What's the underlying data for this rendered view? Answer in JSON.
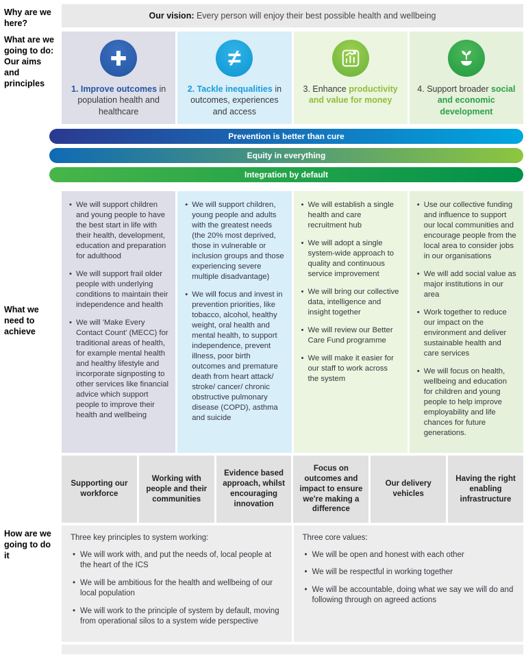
{
  "side_labels": {
    "why": "Why are we here?",
    "aims": "What are we going to do: Our aims and principles",
    "achieve": "What we need to achieve",
    "how": "How are we going to do it"
  },
  "vision": {
    "prefix": "Our vision:",
    "text": " Every person will enjoy their best possible health and wellbeing"
  },
  "aims": [
    {
      "icon": "plus-icon",
      "accent": "#2456a0",
      "pre": "",
      "bold": "1. Improve outcomes",
      "post": " in population health and healthcare"
    },
    {
      "icon": "not-equal-icon",
      "accent": "#1b9cd8",
      "pre": "",
      "bold": "2. Tackle inequalities",
      "post": " in outcomes, experiences and access"
    },
    {
      "icon": "bar-chart-growth-icon",
      "accent": "#8fbe3c",
      "pre": "3. Enhance ",
      "bold": "productivity and value for money",
      "post": ""
    },
    {
      "icon": "hand-plant-icon",
      "accent": "#2ba04a",
      "pre": "4. Support broader ",
      "bold": "social and economic development",
      "post": ""
    }
  ],
  "banners": [
    {
      "label": "Prevention is better than cure",
      "gradient_from": "#2b3990",
      "gradient_to": "#00a7e1"
    },
    {
      "label": "Equity in everything",
      "gradient_from": "#0f6ab4",
      "gradient_to": "#8dc63f"
    },
    {
      "label": "Integration by default",
      "gradient_from": "#47b649",
      "gradient_to": "#00914a"
    }
  ],
  "achieve": {
    "col1": [
      "We will support children and young people to have the best start in life with their health, development, education and preparation for adulthood",
      "We will support frail older people with underlying conditions to maintain their independence and health",
      "We will 'Make Every Contact Count' (MECC) for traditional areas of health, for example mental health and healthy lifestyle and incorporate signposting to other services like financial advice which support people to improve their health and wellbeing"
    ],
    "col2": [
      "We will support children, young people and adults with the greatest needs (the 20% most deprived, those in vulnerable or inclusion groups and those experiencing severe multiple disadvantage)",
      "We will focus and invest in prevention priorities, like tobacco, alcohol, healthy weight, oral health and mental health, to support independence, prevent illness, poor birth outcomes and premature death from heart attack/ stroke/ cancer/ chronic obstructive pulmonary disease (COPD), asthma and suicide"
    ],
    "col3": [
      "We will establish a single health and care recruitment hub",
      "We will adopt a single system-wide approach to quality and continuous service improvement",
      "We will bring our collective data, intelligence and insight together",
      "We will review our Better Care Fund programme",
      "We will make it easier for our staff to work across the system"
    ],
    "col4": [
      "Use our collective funding and influence to support our local communities and encourage people from the local area to consider jobs in our organisations",
      "We will add social value as major institutions in our area",
      "Work together to reduce our impact on the environment and deliver sustainable health and care services",
      "We will focus on health, wellbeing and education for children and young people to help improve employability and life chances for future generations."
    ]
  },
  "enablers": [
    "Supporting our workforce",
    "Working with people and their communities",
    "Evidence based approach, whilst encouraging innovation",
    "Focus on outcomes and impact to ensure we're making a difference",
    "Our delivery vehicles",
    "Having the right enabling infrastructure"
  ],
  "how": {
    "left_title": "Three key principles to system working:",
    "left_bullets": [
      "We will work with, and put the needs of, local people at the heart of the ICS",
      "We will be ambitious for the health and wellbeing of our local population",
      "We will work to the principle of system by default, moving from operational silos to a system wide perspective"
    ],
    "right_title": "Three core values:",
    "right_bullets": [
      "We will be open and honest with each other",
      "We will be respectful in working together",
      "We will be accountable, doing what we say we will do and following through on agreed actions"
    ]
  },
  "colors": {
    "aim1_bg": "#dedee9",
    "aim2_bg": "#d8eef9",
    "aim3_bg": "#ecf5df",
    "aim4_bg": "#e5f1da",
    "vision_bg": "#e9e9e9",
    "enabler_bg": "#e1e1e1",
    "how_bg": "#ededed"
  }
}
